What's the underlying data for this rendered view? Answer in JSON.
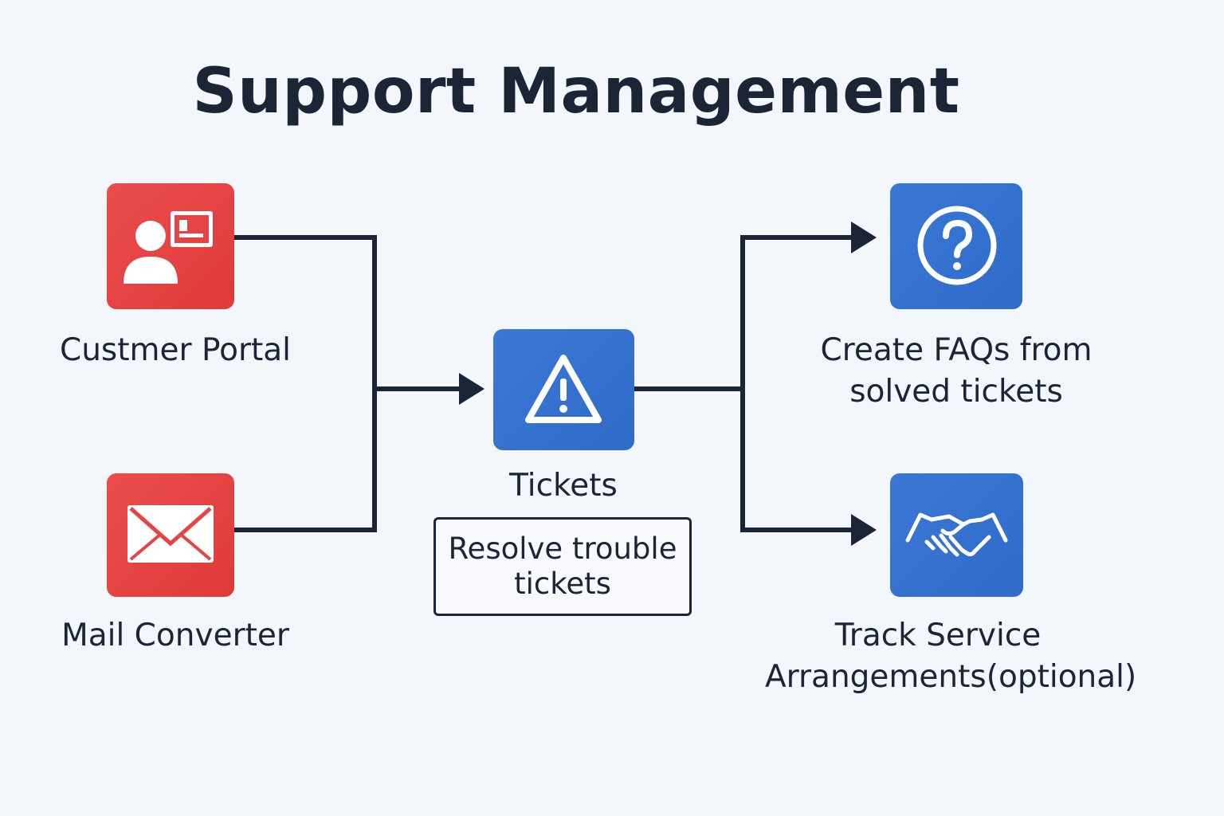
{
  "title": "Support Management",
  "colors": {
    "input_nodes": "#e54444",
    "process_nodes": "#3573d0",
    "connector": "#1c2535",
    "background": "#f3f7fc"
  },
  "inputs": [
    {
      "label": "Custmer Portal",
      "icon": "customer-portal-icon"
    },
    {
      "label": "Mail Converter",
      "icon": "envelope-icon"
    }
  ],
  "center": {
    "label": "Tickets",
    "icon": "warning-icon",
    "note": "Resolve trouble tickets"
  },
  "outputs": [
    {
      "label_line1": "Create FAQs from",
      "label_line2": "solved tickets",
      "icon": "question-circle-icon"
    },
    {
      "label_line1": "Track Service",
      "label_line2": "Arrangements(optional)",
      "icon": "handshake-icon"
    }
  ]
}
